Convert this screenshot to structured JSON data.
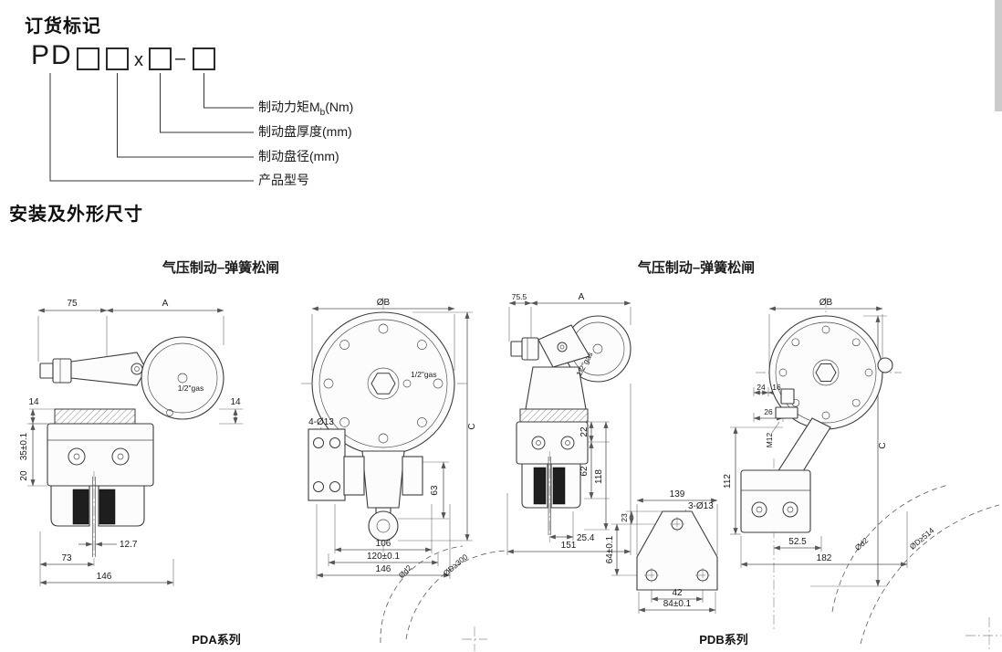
{
  "headings": {
    "order_marking": "订货标记",
    "dimensions": "安装及外形尺寸"
  },
  "order_code": {
    "prefix": "PD",
    "times": "x",
    "dash": "–",
    "labels": {
      "torque_pre": "制动力矩M",
      "torque_sub": "b",
      "torque_post": "(Nm)",
      "thickness": "制动盘厚度(mm)",
      "diameter": "制动盘径(mm)",
      "model": "产品型号"
    }
  },
  "pda": {
    "title": "气压制动–弹簧松闸",
    "caption": "PDA系列",
    "side": {
      "dim_75": "75",
      "dim_A": "A",
      "dim_14_left": "14",
      "dim_14_right": "14",
      "dim_20": "20",
      "dim_35": "35±0.1",
      "dim_12_7": "12.7",
      "dim_73": "73",
      "dim_146": "146",
      "gas_port": "1/2\"gas"
    },
    "front": {
      "dim_OB": "ØB",
      "dim_C": "C",
      "dim_63": "63",
      "dim_4xO13": "4-Ø13",
      "gas_port": "1/2\"gas",
      "dim_106": "106",
      "dim_120": "120±0.1",
      "dim_146": "146",
      "dim_Od2": "Ød2",
      "dim_OD_min": "ØD≥300"
    }
  },
  "pdb": {
    "title": "气压制动–弹簧松闸",
    "caption": "PDB系列",
    "side": {
      "dim_75_5": "75.5",
      "dim_A": "A",
      "gas_port": "1/2\"gas",
      "dim_22": "22",
      "dim_62": "62",
      "dim_118": "118",
      "dim_25_4": "25.4",
      "dim_151": "151"
    },
    "bracket": {
      "dim_139": "139",
      "dim_3xO13": "3-Ø13",
      "dim_23": "23",
      "dim_64": "64±0.1",
      "dim_42": "42",
      "dim_84": "84±0.1"
    },
    "front": {
      "dim_OB": "ØB",
      "dim_C": "C",
      "dim_24": "24",
      "dim_16": "16",
      "dim_26": "26",
      "dim_M12": "M12",
      "dim_112": "112",
      "dim_52_5": "52.5",
      "dim_182": "182",
      "dim_Od2": "Ød2",
      "dim_OD_min": "ØD≥514"
    }
  },
  "colors": {
    "line": "#3c3c3c",
    "text": "#1a1a1a"
  }
}
